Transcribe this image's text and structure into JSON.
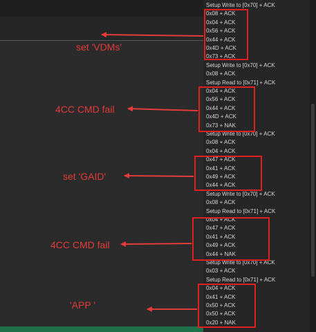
{
  "colors": {
    "annotation": "#e53b3b",
    "highlight_box": "#e02020",
    "log_text": "#d8d8d8",
    "status_bar": "#1e6f4a"
  },
  "log": {
    "lines": [
      "Setup Write to [0x70] + ACK",
      "0x08 + ACK",
      "0x04 + ACK",
      "0x56 + ACK",
      "0x44 + ACK",
      "0x4D + ACK",
      "0x73 + ACK",
      "Setup Write to [0x70] + ACK",
      "0x08 + ACK",
      "Setup Read to [0x71] + ACK",
      "0x04 + ACK",
      "0x56 + ACK",
      "0x44 + ACK",
      "0x4D + ACK",
      "0x73 + NAK",
      "Setup Write to [0x70] + ACK",
      "0x08 + ACK",
      "0x04 + ACK",
      "0x47 + ACK",
      "0x41 + ACK",
      "0x49 + ACK",
      "0x44 + ACK",
      "Setup Write to [0x70] + ACK",
      "0x08 + ACK",
      "Setup Read to [0x71] + ACK",
      "0x04 + ACK",
      "0x47 + ACK",
      "0x41 + ACK",
      "0x49 + ACK",
      "0x44 + NAK",
      "Setup Write to [0x70] + ACK",
      "0x03 + ACK",
      "Setup Read to [0x71] + ACK",
      "0x04 + ACK",
      "0x41 + ACK",
      "0x50 + ACK",
      "0x50 + ACK",
      "0x20 + NAK"
    ]
  },
  "annotations": [
    {
      "text": "set 'VDMs'"
    },
    {
      "text": "4CC CMD fail"
    },
    {
      "text": "set 'GAID'"
    },
    {
      "text": "4CC CMD fail"
    },
    {
      "text": "'APP '"
    }
  ]
}
